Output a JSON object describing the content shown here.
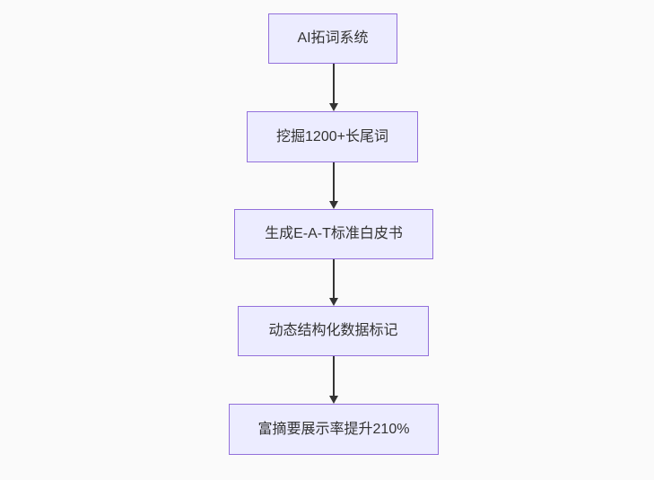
{
  "flowchart": {
    "type": "flowchart",
    "direction": "top-down",
    "nodes": [
      {
        "id": "n1",
        "label": "AI拓词系统"
      },
      {
        "id": "n2",
        "label": "挖掘1200+长尾词"
      },
      {
        "id": "n3",
        "label": "生成E-A-T标准白皮书"
      },
      {
        "id": "n4",
        "label": "动态结构化数据标记"
      },
      {
        "id": "n5",
        "label": "富摘要展示率提升210%"
      }
    ],
    "edges": [
      {
        "from": "n1",
        "to": "n2",
        "arrow": "down"
      },
      {
        "from": "n2",
        "to": "n3",
        "arrow": "down"
      },
      {
        "from": "n3",
        "to": "n4",
        "arrow": "down"
      },
      {
        "from": "n4",
        "to": "n5",
        "arrow": "down"
      }
    ],
    "colors": {
      "background": "#fafafa",
      "node_fill": "#ECECFF",
      "node_border": "#9370DB",
      "node_text": "#333333",
      "arrow": "#333333"
    }
  }
}
